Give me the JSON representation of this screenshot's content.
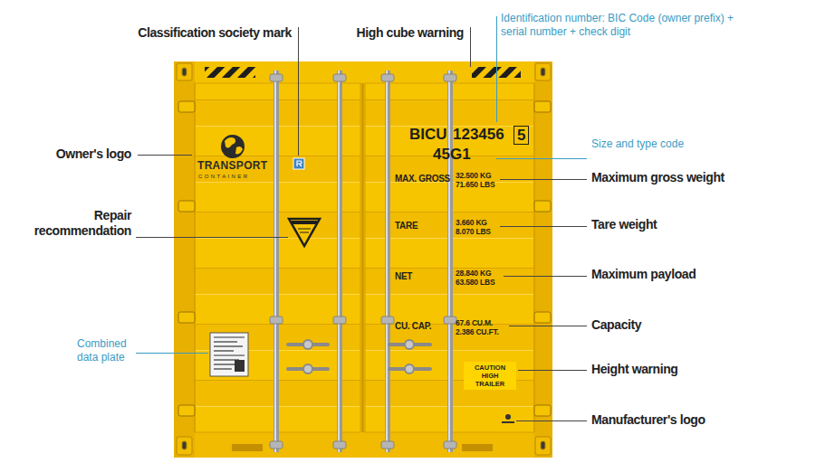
{
  "diagram": {
    "nodes": [
      {
        "text": [
          "5"
        ]
      },
      {
        "text": [
          "CAUTION HIGH TRAILER"
        ]
      }
    ],
    "labels": [
      "Classification society mark",
      "High cube warning",
      "Identification number: BIC Code (owner prefix) + serial number + check digit",
      "Owner's logo",
      "TRANSPORT",
      "CONTAINER",
      "BICU",
      "123456",
      "45G1",
      "Size and type code",
      "MAX. GROSS",
      "32.500 KG",
      "71.650 LBS",
      "Maximum gross weight",
      "Repair recommendation",
      "TARE",
      "3.660 KG",
      "8.070 LBS",
      "Tare weight",
      "NET",
      "28.840 KG",
      "63.580 LBS",
      "Maximum payload",
      "CU. CAP.",
      "67.6 CU.M.",
      "2.386 CU.FT.",
      "Capacity",
      "Combined data plate",
      "Height warning",
      "Manufacturer's logo"
    ]
  }
}
